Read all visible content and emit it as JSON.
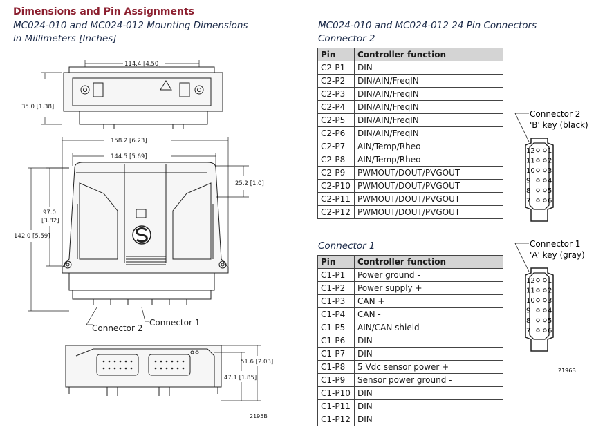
{
  "header": {
    "title": "Dimensions and Pin Assignments",
    "left_subtitle_line1": "MC024-010 and MC024-012 Mounting Dimensions",
    "left_subtitle_line2": "in Millimeters [Inches]",
    "right_subtitle_line1": "MC024-010 and MC024-012 24 Pin Connectors",
    "right_subtitle_line2": "Connector 2"
  },
  "connector2_table": {
    "headers": [
      "Pin",
      "Controller function"
    ],
    "rows": [
      [
        "C2-P1",
        "DIN"
      ],
      [
        "C2-P2",
        "DIN/AIN/FreqIN"
      ],
      [
        "C2-P3",
        "DIN/AIN/FreqIN"
      ],
      [
        "C2-P4",
        "DIN/AIN/FreqIN"
      ],
      [
        "C2-P5",
        "DIN/AIN/FreqIN"
      ],
      [
        "C2-P6",
        "DIN/AIN/FreqIN"
      ],
      [
        "C2-P7",
        "AIN/Temp/Rheo"
      ],
      [
        "C2-P8",
        "AIN/Temp/Rheo"
      ],
      [
        "C2-P9",
        "PWMOUT/DOUT/PVGOUT"
      ],
      [
        "C2-P10",
        "PWMOUT/DOUT/PVGOUT"
      ],
      [
        "C2-P11",
        "PWMOUT/DOUT/PVGOUT"
      ],
      [
        "C2-P12",
        "PWMOUT/DOUT/PVGOUT"
      ]
    ]
  },
  "connector1_title": "Connector 1",
  "connector1_table": {
    "headers": [
      "Pin",
      "Controller function"
    ],
    "rows": [
      [
        "C1-P1",
        "Power ground -"
      ],
      [
        "C1-P2",
        "Power supply +"
      ],
      [
        "C1-P3",
        "CAN +"
      ],
      [
        "C1-P4",
        "CAN -"
      ],
      [
        "C1-P5",
        "AIN/CAN shield"
      ],
      [
        "C1-P6",
        "DIN"
      ],
      [
        "C1-P7",
        "DIN"
      ],
      [
        "C1-P8",
        "5 Vdc sensor power +"
      ],
      [
        "C1-P9",
        "Sensor power ground -"
      ],
      [
        "C1-P10",
        "DIN"
      ],
      [
        "C1-P11",
        "DIN"
      ],
      [
        "C1-P12",
        "DIN"
      ]
    ]
  },
  "connector_diagrams": {
    "c2_label": "Connector 2",
    "c2_key": "'B' key (black)",
    "c1_label": "Connector 1",
    "c1_key": "'A' key (gray)",
    "pin_rows": [
      [
        "12",
        "1"
      ],
      [
        "11",
        "2"
      ],
      [
        "10",
        "3"
      ],
      [
        "9",
        "4"
      ],
      [
        "8",
        "5"
      ],
      [
        "7",
        "6"
      ]
    ],
    "figure_number": "2196B"
  },
  "mounting_drawing": {
    "dims": {
      "top_width": "114.4 [4.50]",
      "top_height": "35.0 [1.38]",
      "overall_width": "158.2 [6.23]",
      "inner_width": "144.5 [5.69]",
      "side_offset": "25.2 [1.0]",
      "height_97": "97.0",
      "height_97_in": "[3.82]",
      "height_142": "142.0 [5.59]",
      "depth_516": "51.6 [2.03]",
      "depth_471": "47.1 [1.85]"
    },
    "connector2_label": "Connector 2",
    "connector1_label": "Connector 1",
    "figure_number": "2195B"
  },
  "colors": {
    "title": "#8b1e2e",
    "subtitle": "#1b2a48",
    "table_header_bg": "#d4d4d4"
  }
}
